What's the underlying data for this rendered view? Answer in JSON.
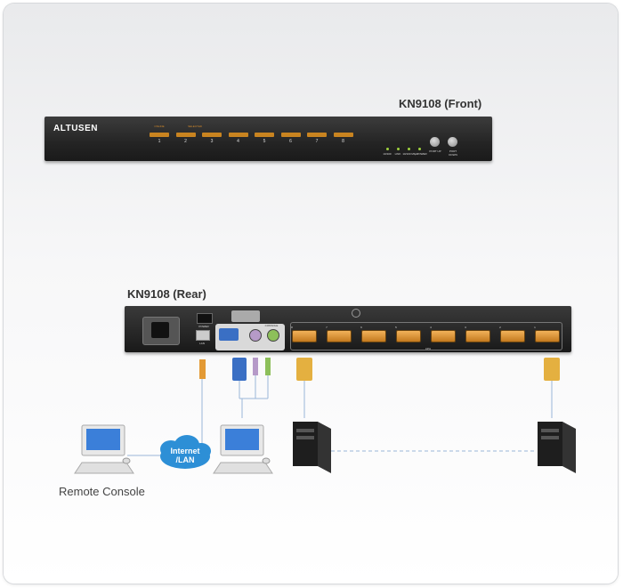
{
  "front": {
    "title": "KN9108 (Front)",
    "brand": "ALTUSEN",
    "port_numbers": [
      "1",
      "2",
      "3",
      "4",
      "5",
      "6",
      "7",
      "8"
    ],
    "top_labels": [
      "ONLINE",
      "SELECTED"
    ],
    "led_labels": [
      "10/100",
      "LINK",
      "10/100 Mbps",
      "POWER"
    ],
    "button_labels": [
      "PORT UP",
      "PORT DOWN"
    ]
  },
  "rear": {
    "title": "KN9108 (Rear)",
    "cpu_label": "CPU",
    "power_label": "POWER",
    "lan_label": "LAN",
    "console_label": "CONSOLE",
    "port_numbers": [
      "8",
      "7",
      "6",
      "5",
      "4",
      "3",
      "2",
      "1"
    ]
  },
  "network": {
    "cloud_label_line1": "Internet",
    "cloud_label_line2": "/LAN",
    "remote_label": "Remote Console"
  },
  "colors": {
    "device_body": "#262626",
    "port_orange": "#d28a2b",
    "cable_blue": "#3a6fc4",
    "cable_purple": "#b69ac8",
    "cable_green": "#8dbf5a",
    "line_blue": "#9ab6d8"
  }
}
